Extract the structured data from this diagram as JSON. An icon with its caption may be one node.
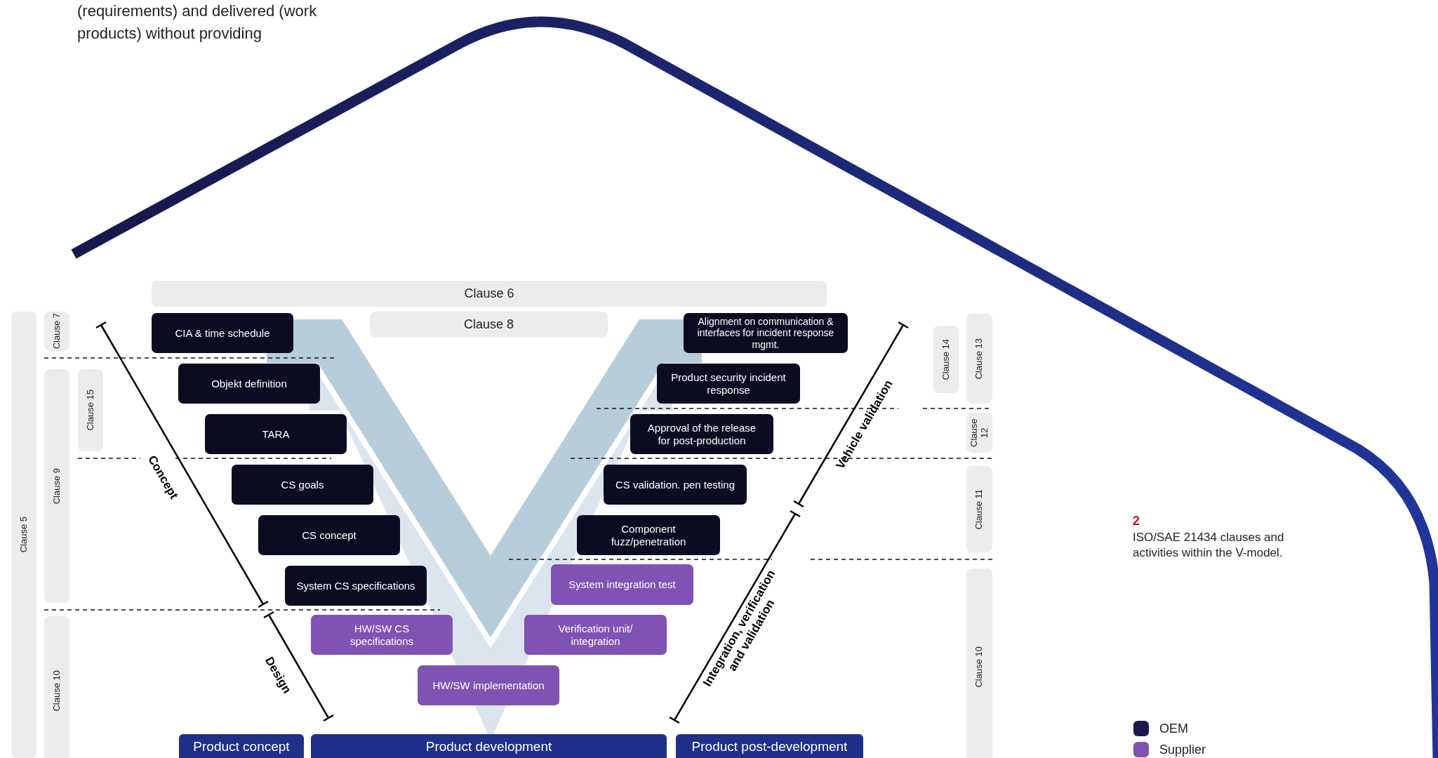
{
  "diagram": {
    "caption": "ISO/SAE 21434 clauses and activities within the V-model.",
    "nodes": [
      {
        "text": [
          "Clause 6"
        ]
      },
      {
        "text": [
          "Clause 5"
        ]
      },
      {
        "text": [
          "Clause 7"
        ]
      },
      {
        "text": [
          "CIA & time schedule"
        ]
      },
      {
        "text": [
          "Clause 8"
        ]
      },
      {
        "text": [
          "Alignment on communication & interfaces for incident response mgmt."
        ]
      },
      {
        "text": [
          "Clause 14"
        ]
      },
      {
        "text": [
          "Clause 13"
        ]
      },
      {
        "text": [
          "Clause 9"
        ]
      },
      {
        "text": [
          "Clause 15"
        ]
      },
      {
        "text": [
          "Objekt definition"
        ]
      },
      {
        "text": [
          "Product security incident response"
        ]
      },
      {
        "text": [
          "TARA"
        ]
      },
      {
        "text": [
          "Approval of the release for post-production"
        ]
      },
      {
        "text": [
          "Clause 12"
        ]
      },
      {
        "text": [
          "CS goals"
        ]
      },
      {
        "text": [
          "CS validation. pen testing"
        ]
      },
      {
        "text": [
          "Clause 11"
        ]
      },
      {
        "text": [
          "CS concept"
        ]
      },
      {
        "text": [
          "Component fuzz/penetration"
        ]
      },
      {
        "text": [
          "System CS specifications"
        ]
      },
      {
        "text": [
          "System integration test"
        ]
      },
      {
        "text": [
          "Clause 10"
        ]
      },
      {
        "text": [
          "HW/SW CS specifications"
        ]
      },
      {
        "text": [
          "Verification unit/ integration"
        ]
      },
      {
        "text": [
          "Clause 10"
        ]
      },
      {
        "text": [
          "HW/SW implementation"
        ]
      },
      {
        "text": [
          "Product concept"
        ]
      },
      {
        "text": [
          "Product development"
        ]
      },
      {
        "text": [
          "Product post-development"
        ]
      }
    ],
    "labels": [
      "(requirements) and delivered (work products) without providing",
      "Concept",
      "Design",
      "Integration, verification and validation",
      "Vehicle validation",
      "2"
    ],
    "legend": [
      {
        "text": "OEM",
        "color": "#1a1a4e"
      },
      {
        "text": "Supplier",
        "color": "#7f52b3"
      }
    ]
  }
}
